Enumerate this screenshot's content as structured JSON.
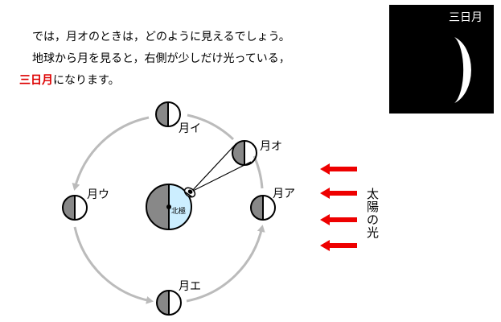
{
  "text": {
    "line1": "では，月オのときは，どのように見えるでしょう。",
    "line2": "地球から月を見ると，右側が少しだけ光っている，",
    "highlight": "三日月",
    "line3_rest": "になります。"
  },
  "inset": {
    "label": "三日月"
  },
  "diagram": {
    "moons": {
      "a": "月ア",
      "i": "月イ",
      "u": "月ウ",
      "e": "月エ",
      "o": "月オ"
    },
    "earth_label": "北極",
    "sun_label": [
      "太",
      "陽",
      "の",
      "光"
    ]
  },
  "colors": {
    "highlight": "#dd0000",
    "arrow": "#ee0000",
    "orbit": "#bbbbbb",
    "moon_dark": "#888888",
    "earth_dark": "#888888",
    "earth_lit": "#cceeff"
  }
}
